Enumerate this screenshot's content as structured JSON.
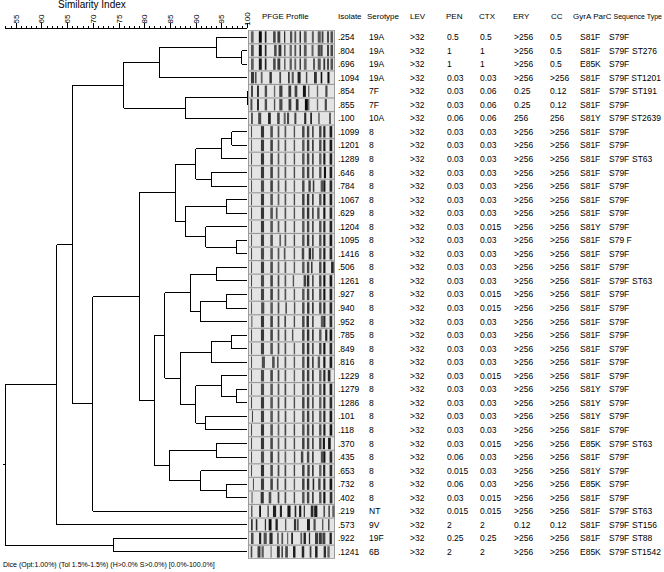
{
  "diagram": {
    "labels": [
      "Similarity Index",
      "55",
      "60",
      "65",
      "70",
      "75",
      "80",
      "85",
      "90",
      "95",
      "100",
      "PFGE Profile",
      "Isolate",
      "Serotype",
      "LEV",
      "PEN",
      "CTX",
      "ERY",
      "CC",
      "GyrA",
      "ParC",
      "Sequence Type",
      ".254",
      "19A",
      ">32",
      "0.5",
      "0.5",
      ">256",
      "0.5",
      "S81F",
      "S79F",
      ".804",
      "19A",
      ">32",
      "1",
      "1",
      ">256",
      "0.5",
      "S81F",
      "S79F",
      "ST276",
      ".696",
      "19A",
      ">32",
      "1",
      "1",
      ">256",
      "0.5",
      "E85K",
      "S79F",
      ".1094",
      "19A",
      ">32",
      "0.03",
      "0.03",
      ">256",
      ">256",
      "S81F",
      "S79F",
      "ST1201",
      ".854",
      "7F",
      ">32",
      "0.03",
      "0.06",
      "0.25",
      "0.12",
      "S81F",
      "S79F",
      "ST191",
      ".855",
      "7F",
      ">32",
      "0.03",
      "0.06",
      "0.25",
      "0.12",
      "S81F",
      "S79F",
      ".100",
      "10A",
      ">32",
      "0.06",
      "0.06",
      "256",
      "256",
      "S81Y",
      "S79F",
      "ST2639",
      ".1099",
      "8",
      ">32",
      "0.03",
      "0.03",
      ">256",
      ">256",
      "S81F",
      "S79F",
      ".1201",
      "8",
      ">32",
      "0.03",
      "0.03",
      ">256",
      ">256",
      "S81F",
      "S79F",
      ".1289",
      "8",
      ">32",
      "0.03",
      "0.03",
      ">256",
      ">256",
      "S81F",
      "S79F",
      "ST63",
      ".646",
      "8",
      ">32",
      "0.03",
      "0.03",
      ">256",
      ">256",
      "S81F",
      "S79F",
      ".784",
      "8",
      ">32",
      "0.03",
      "0.03",
      ">256",
      ">256",
      "S81F",
      "S79F",
      ".1067",
      "8",
      ">32",
      "0.03",
      "0.03",
      ">256",
      ">256",
      "S81F",
      "S79F",
      ".629",
      "8",
      ">32",
      "0.03",
      "0.03",
      ">256",
      ">256",
      "S81F",
      "S79F",
      ".1204",
      "8",
      ">32",
      "0.03",
      "0.015",
      ">256",
      ">256",
      "S81Y",
      "S79F",
      ".1095",
      "8",
      ">32",
      "0.03",
      "0.03",
      ">256",
      ">256",
      "S81F",
      "S79 F",
      ".1416",
      "8",
      ">32",
      "0.03",
      "0.03",
      ">256",
      ">256",
      "S81F",
      "S79F",
      ".506",
      "8",
      ">32",
      "0.03",
      "0.03",
      ">256",
      ">256",
      "S81F",
      "S79F",
      ".1261",
      "8",
      ">32",
      "0.03",
      "0.03",
      ">256",
      ">256",
      "S81F",
      "S79F",
      "ST63",
      ".927",
      "8",
      ">32",
      "0.03",
      "0.015",
      ">256",
      ">256",
      "S81F",
      "S79F",
      ".940",
      "8",
      ">32",
      "0.03",
      "0.015",
      ">256",
      ">256",
      "S81F",
      "S79F",
      ".952",
      "8",
      ">32",
      "0.03",
      "0.03",
      ">256",
      ">256",
      "S81F",
      "S79F",
      ".785",
      "8",
      ">32",
      "0.03",
      "0.03",
      ">256",
      ">256",
      "S81F",
      "S79F",
      ".849",
      "8",
      ">32",
      "0.03",
      "0.03",
      ">256",
      ">256",
      "S81F",
      "S79F",
      ".816",
      "8",
      ">32",
      "0.03",
      "0.03",
      ">256",
      ">256",
      "S81F",
      "S79F",
      ".1229",
      "8",
      ">32",
      "0.03",
      "0.015",
      ">256",
      ">256",
      "S81F",
      "S79F",
      ".1279",
      "8",
      ">32",
      "0.03",
      "0.03",
      ">256",
      ">256",
      "S81Y",
      "S79F",
      ".1286",
      "8",
      ">32",
      "0.03",
      "0.03",
      ">256",
      ">256",
      "S81Y",
      "S79F",
      ".101",
      "8",
      ">32",
      "0.03",
      "0.03",
      ">256",
      ">256",
      "S81Y",
      "S79F",
      ".118",
      "8",
      ">32",
      "0.03",
      "0.03",
      ">256",
      ">256",
      "S81F",
      "S79F",
      ".370",
      "8",
      ">32",
      "0.03",
      "0.015",
      ">256",
      ">256",
      "E85K",
      "S79F",
      "ST63",
      ".435",
      "8",
      ">32",
      "0.06",
      "0.03",
      ">256",
      ">256",
      "S81F",
      "S79F",
      ".653",
      "8",
      ">32",
      "0.015",
      "0.03",
      ">256",
      ">256",
      "S81Y",
      "S79F",
      ".732",
      "8",
      ">32",
      "0.06",
      "0.03",
      ">256",
      ">256",
      "E85K",
      "S79F",
      ".402",
      "8",
      ">32",
      "0.03",
      "0.015",
      ">256",
      ">256",
      "S81F",
      "S79F",
      ".219",
      "NT",
      ">32",
      "0.015",
      "0.015",
      ">256",
      ">256",
      "S81F",
      "S79F",
      "ST63",
      ".573",
      "9V",
      ">32",
      "2",
      "2",
      "0.12",
      "0.12",
      "S81F",
      "S79F",
      "ST156",
      ".922",
      "19F",
      ">32",
      "0.25",
      "0.25",
      ">256",
      ">256",
      "S81F",
      "S79F",
      "ST88",
      ".1241",
      "6B",
      ">32",
      "2",
      "2",
      ">256",
      ">256",
      "E85K",
      "S79F",
      "ST1542",
      "Dice (Opt:1.00%) (Tol 1.5%-1.5%) (H>0.0% S>0.0%) [0.0%-100.0%]"
    ]
  }
}
